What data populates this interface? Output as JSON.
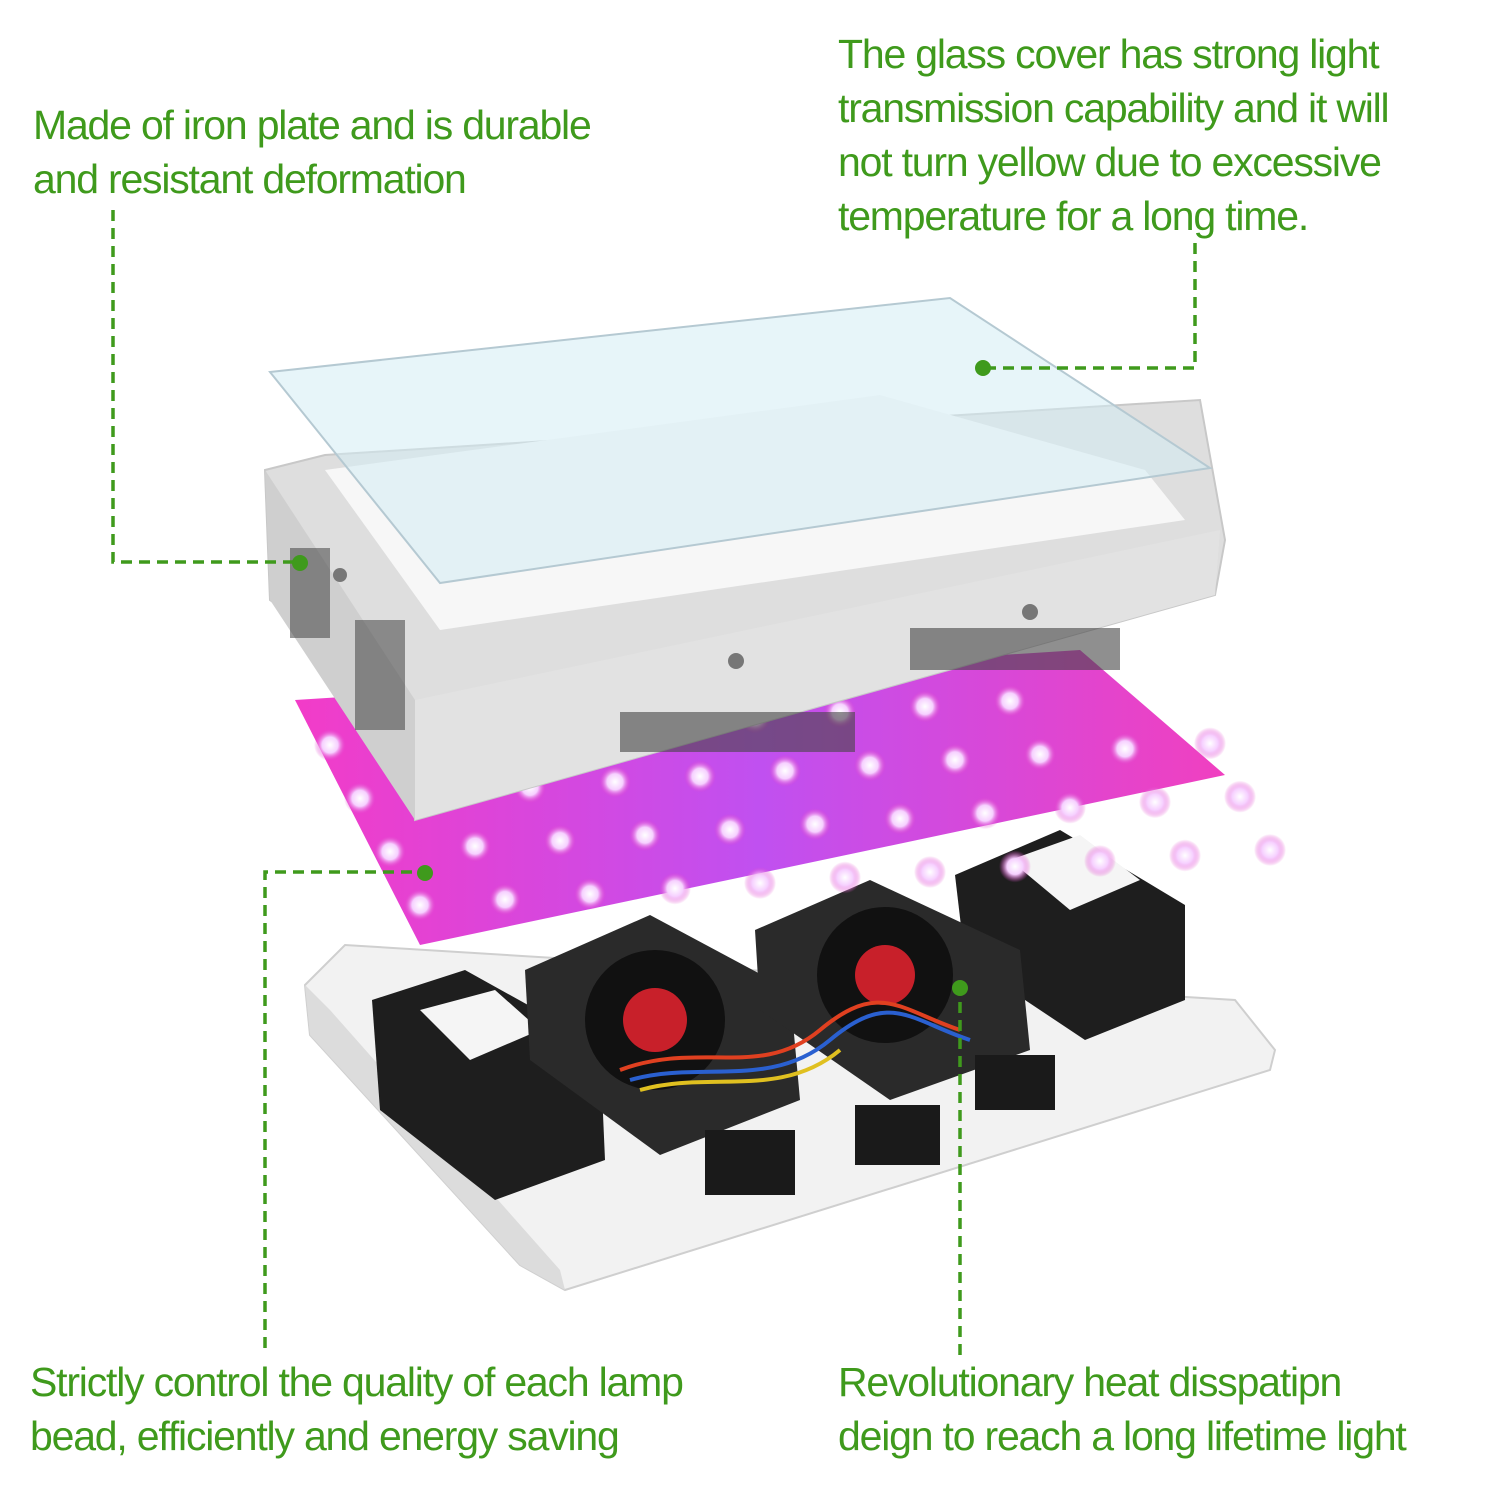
{
  "colors": {
    "accent": "#3f9a1c",
    "led_board": "#e040c8",
    "frame": "#e6e6e6",
    "component": "#1b1b1b"
  },
  "callouts": [
    {
      "id": "iron-plate",
      "lines": [
        "Made of iron plate and is durable",
        "and resistant deformation"
      ]
    },
    {
      "id": "glass-cover",
      "lines": [
        "The glass cover has strong light",
        "transmission capability and it will",
        "not turn yellow due to excessive",
        "temperature for a long time."
      ]
    },
    {
      "id": "lamp-bead",
      "lines": [
        "Strictly control the quality of each lamp",
        "bead, efficiently and energy saving"
      ]
    },
    {
      "id": "heat-dissipation",
      "lines": [
        "Revolutionary heat disspatipn",
        "deign to reach a long lifetime light"
      ]
    }
  ]
}
